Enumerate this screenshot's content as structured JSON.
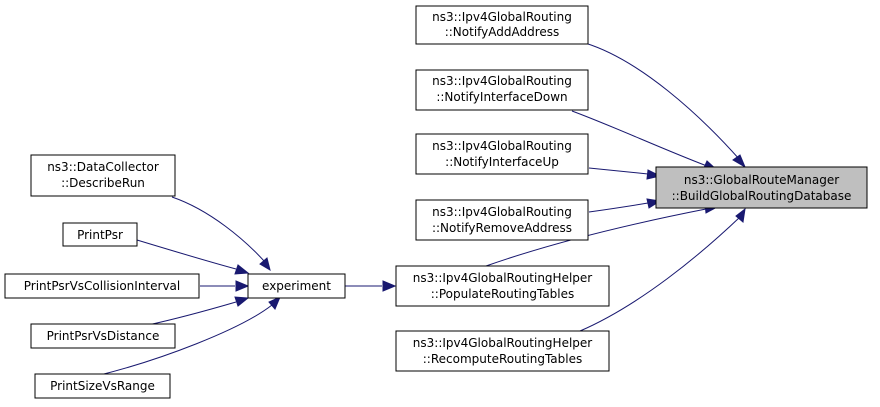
{
  "graph": {
    "target": {
      "line1": "ns3::GlobalRouteManager",
      "line2": "::BuildGlobalRoutingDatabase"
    },
    "callers": [
      {
        "line1": "ns3::Ipv4GlobalRouting",
        "line2": "::NotifyAddAddress"
      },
      {
        "line1": "ns3::Ipv4GlobalRouting",
        "line2": "::NotifyInterfaceDown"
      },
      {
        "line1": "ns3::Ipv4GlobalRouting",
        "line2": "::NotifyInterfaceUp"
      },
      {
        "line1": "ns3::Ipv4GlobalRouting",
        "line2": "::NotifyRemoveAddress"
      },
      {
        "line1": "ns3::Ipv4GlobalRoutingHelper",
        "line2": "::PopulateRoutingTables"
      },
      {
        "line1": "ns3::Ipv4GlobalRoutingHelper",
        "line2": "::RecomputeRoutingTables"
      }
    ],
    "experiment": {
      "label": "experiment"
    },
    "experiment_callers": [
      {
        "line1": "ns3::DataCollector",
        "line2": "::DescribeRun"
      },
      {
        "label": "PrintPsr"
      },
      {
        "label": "PrintPsrVsCollisionInterval"
      },
      {
        "label": "PrintPsrVsDistance"
      },
      {
        "label": "PrintSizeVsRange"
      }
    ]
  },
  "colors": {
    "edge": "#191970",
    "target_fill": "#bfbfbf",
    "node_border": "#000000"
  }
}
